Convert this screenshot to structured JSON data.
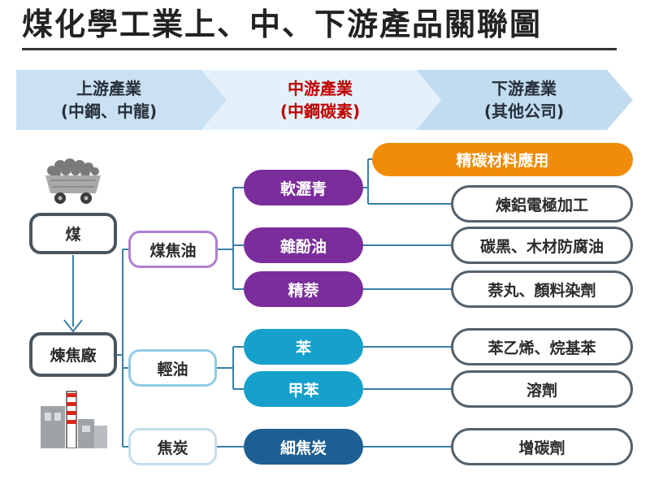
{
  "title": "煤化學工業上、中、下游產品關聯圖",
  "stages": {
    "upstream": {
      "line1": "上游產業",
      "line2": "(中鋼、中龍)"
    },
    "midstream": {
      "line1": "中游產業",
      "line2": "(中鋼碳素)"
    },
    "downstream": {
      "line1": "下游產業",
      "line2": "(其他公司)"
    }
  },
  "colors": {
    "stage_up": "#c9e1f3",
    "stage_mid": "#e4f1fa",
    "stage_down": "#c2dcef",
    "mid_accent": "#c00000",
    "purple": "#7b2d9c",
    "cyan": "#16a0cc",
    "navy": "#1e5f93",
    "orange": "#f08c0a",
    "connector": "#3a7ea6"
  },
  "icons": {
    "coal": "coal-mine-cart-icon",
    "plant": "factory-chimney-icon"
  },
  "sources": {
    "coal": "煤",
    "coking_plant": "煉焦廠"
  },
  "intermediates": {
    "coal_tar": "煤焦油",
    "light_oil": "輕油",
    "coke": "焦炭"
  },
  "products": {
    "soft_pitch": "軟瀝青",
    "phenol_oil": "雜酚油",
    "naphthalene": "精萘",
    "benzene": "苯",
    "toluene": "甲苯",
    "fine_coke": "細焦炭"
  },
  "applications": {
    "fine_carbon": "精碳材料應用",
    "electrode": "煉鋁電極加工",
    "carbon_black": "碳黑、木材防腐油",
    "naphthalene_balls": "萘丸、顏料染劑",
    "styrene": "苯乙烯、烷基苯",
    "solvent": "溶劑",
    "recarburizer": "增碳劑"
  }
}
